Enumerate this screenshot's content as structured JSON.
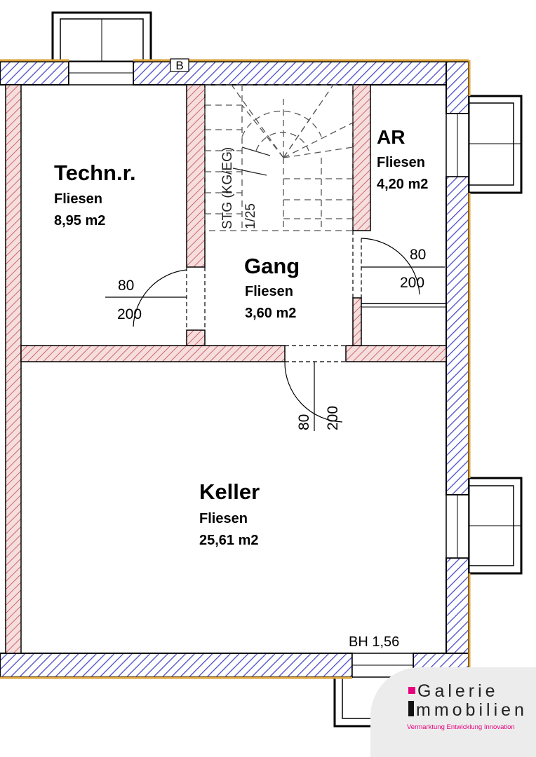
{
  "rooms": {
    "technik": {
      "name": "Techn.r.",
      "floor": "Fliesen",
      "area": "8,95 m2"
    },
    "ar": {
      "name": "AR",
      "floor": "Fliesen",
      "area": "4,20 m2"
    },
    "gang": {
      "name": "Gang",
      "floor": "Fliesen",
      "area": "3,60 m2"
    },
    "keller": {
      "name": "Keller",
      "floor": "Fliesen",
      "area": "25,61 m2"
    }
  },
  "stairs": {
    "label": "STG (KG/EG)",
    "ratio": "1/25"
  },
  "doors": {
    "technik": {
      "width": "80",
      "height": "200"
    },
    "ar": {
      "width": "80",
      "height": "200"
    },
    "keller": {
      "width": "80",
      "height": "200"
    }
  },
  "window_note": "BH 1,56",
  "wall_marker": "B",
  "logo": {
    "line1": "Galerie",
    "line2": "mmobilien",
    "tagline": "Vermarktung Entwicklung Innovation",
    "accent_color": "#e6007e"
  },
  "colors": {
    "exterior_wall_hatch": "#4a4cc8",
    "interior_wall_hatch": "#c24a4a",
    "interior_wall_fill": "#f6dede",
    "insulation": "#d9a23a"
  }
}
